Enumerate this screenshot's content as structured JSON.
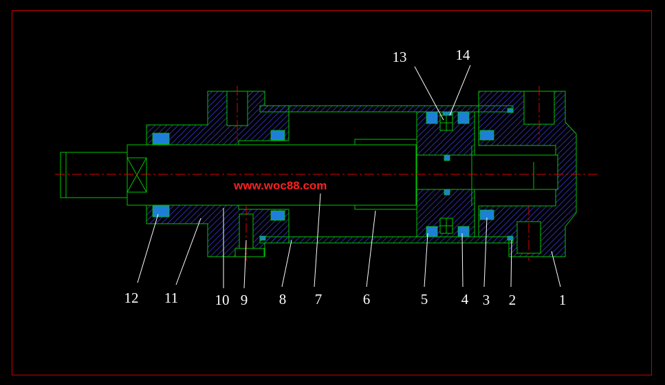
{
  "watermark": "www.woc88.com",
  "colors": {
    "background": "#000000",
    "frame": "#cc0000",
    "outline": "#00c800",
    "hatch": "#3a3ad0",
    "seal": "#1e7fd8",
    "centerline": "#e00000",
    "leader": "#ffffff",
    "label": "#ffffff"
  },
  "callouts": [
    "1",
    "2",
    "3",
    "4",
    "5",
    "6",
    "7",
    "8",
    "9",
    "10",
    "11",
    "12",
    "13",
    "14"
  ]
}
